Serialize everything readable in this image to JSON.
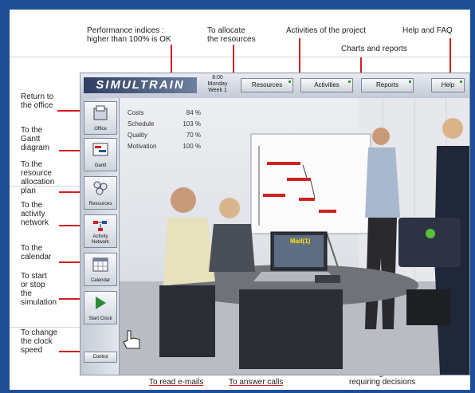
{
  "annotations": {
    "perf": "Performance indices :\nhigher than 100% is OK",
    "allocate": "To allocate\nthe resources",
    "activities": "Activities of the project",
    "help": "Help and FAQ",
    "charts": "Charts and reports",
    "office": "Return to\nthe office",
    "gantt": "To the\nGantt\ndiagram",
    "resource": "To the\nresource\nallocation\nplan",
    "network": "To the\nactivity\nnetwork",
    "calendar": "To the\ncalendar",
    "startstop": "To start\nor stop\nthe\nsimulation",
    "speed": "To change\nthe clock\nspeed",
    "emails": "To read e-mails",
    "calls": "To answer calls",
    "issues": "She brings issues\nrequiring decisions"
  },
  "app": {
    "logo": "SIMULTRAIN",
    "clock": {
      "time": "8:00",
      "day": "Monday",
      "week": "Week 1"
    },
    "toolbar": {
      "resources": "Resources",
      "activities": "Activities",
      "reports": "Reports",
      "help": "Help"
    },
    "sidebar": {
      "office": "Office",
      "gantt": "Gantt",
      "resources": "Resources",
      "network": "Activity Network",
      "calendar": "Calendar",
      "start": "Start Clock",
      "control": "Control"
    },
    "indices": [
      {
        "label": "Costs",
        "value": "84 %"
      },
      {
        "label": "Schedule",
        "value": "103 %"
      },
      {
        "label": "Quality",
        "value": "70 %"
      },
      {
        "label": "Motivation",
        "value": "100 %"
      }
    ],
    "mail_badge": "Mail(1)"
  },
  "colors": {
    "background": "#1e4f96",
    "pointer_lines": "#d42020",
    "mail_text": "#ffe500"
  }
}
